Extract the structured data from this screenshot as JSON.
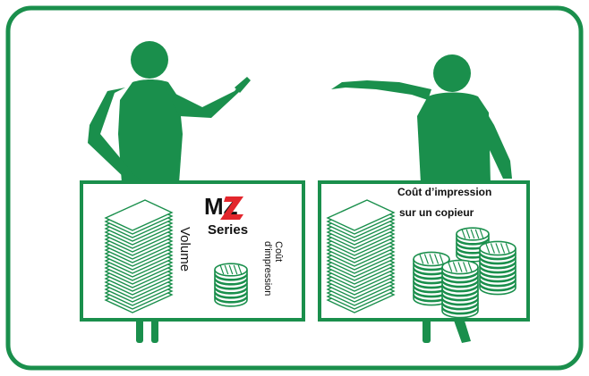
{
  "colors": {
    "figure": "#1a8f4c",
    "frame": "#1a8f4c",
    "paper_fill": "#ffffff",
    "paper_line": "#1a8f4c",
    "logo_red": "#e3262d",
    "logo_dark": "#1d1d1b"
  },
  "left_panel": {
    "logo_mark": "MZ",
    "logo_series": "Series",
    "volume_label": "Volume",
    "cost_label_line1": "Coût",
    "cost_label_line2": "d'impression"
  },
  "right_panel": {
    "title_line1": "Coût d’impression",
    "title_line2": "sur un copieur"
  },
  "icons": {
    "left_figure": "pointing-person-icon",
    "right_figure": "shrugging-person-icon",
    "paper_stack": "paper-stack-icon",
    "coin_stack": "coin-stack-icon"
  }
}
